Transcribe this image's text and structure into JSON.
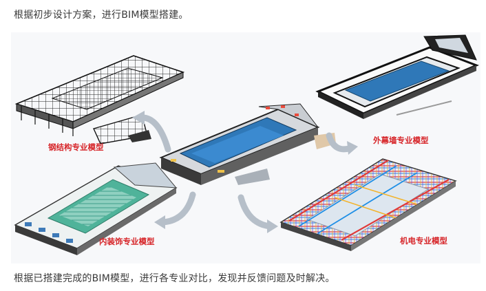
{
  "paragraphs": {
    "intro": "根据初步设计方案，进行BIM模型搭建。",
    "conclusion": "根据已搭建完成的BIM模型，进行各专业对比，发现并反馈问题及时解决。"
  },
  "figure": {
    "labels": {
      "steel_structure": "钢结构专业模型",
      "curtain_wall": "外幕墙专业模型",
      "interior": "内装饰专业模型",
      "mep": "机电专业模型"
    }
  },
  "colors": {
    "label_red": "#d7262a",
    "arrow_gray": "#b6bfc9",
    "roof_blue": "#2f78b8",
    "floor_green": "#4fb39a"
  }
}
